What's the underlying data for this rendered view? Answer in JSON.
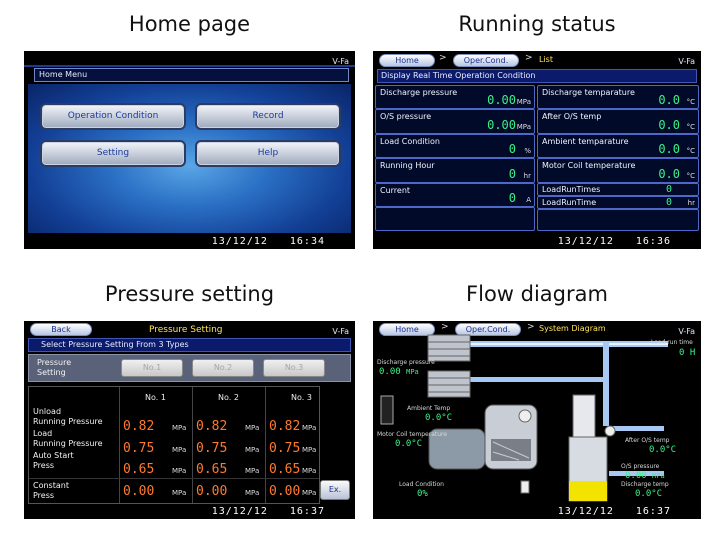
{
  "captions": {
    "home": "Home page",
    "running": "Running status",
    "pressure": "Pressure setting",
    "flow": "Flow diagram"
  },
  "home": {
    "vfa": "V-Fa",
    "menu_title": "Home Menu",
    "buttons": {
      "operation": "Operation Condition",
      "record": "Record",
      "setting": "Setting",
      "help": "Help"
    },
    "date": "13/12/12",
    "time": "16:34"
  },
  "running": {
    "crumb_home": "Home",
    "crumb_oper": "Oper.Cond.",
    "crumb_current": "List",
    "vfa": "V-Fa",
    "subtitle": "Display Real Time Operation Condition",
    "left": [
      {
        "label": "Discharge pressure",
        "value": "0.00",
        "unit": "MPa"
      },
      {
        "label": "O/S pressure",
        "value": "0.00",
        "unit": "MPa"
      },
      {
        "label": "Load Condition",
        "value": "0",
        "unit": "%"
      },
      {
        "label": "Running Hour",
        "value": "0",
        "unit": "hr"
      },
      {
        "label": "Current",
        "value": "0",
        "unit": "A"
      }
    ],
    "right": [
      {
        "label": "Discharge temparature",
        "value": "0.0",
        "unit": "°C"
      },
      {
        "label": "After O/S temp",
        "value": "0.0",
        "unit": "°C"
      },
      {
        "label": "Ambient temparature",
        "value": "0.0",
        "unit": "°C"
      },
      {
        "label": "Motor Coil temperature",
        "value": "0.0",
        "unit": "°C"
      },
      {
        "label": "LoadRunTimes",
        "value": "0",
        "unit": ""
      },
      {
        "label": "LoadRunTime",
        "value": "0",
        "unit": "hr"
      }
    ],
    "date": "13/12/12",
    "time": "16:36"
  },
  "pressure": {
    "back": "Back",
    "title": "Pressure Setting",
    "vfa": "V-Fa",
    "subtitle": "Select Pressure Setting From 3 Types",
    "type_label_1": "Pressure",
    "type_label_2": "Setting",
    "type_buttons": [
      "No.1",
      "No.2",
      "No.3"
    ],
    "columns": [
      "No. 1",
      "No. 2",
      "No. 3"
    ],
    "rows": [
      {
        "label1": "Unload",
        "label2": "Running Pressure",
        "values": [
          "0.82",
          "0.82",
          "0.82"
        ]
      },
      {
        "label1": "Load",
        "label2": "Running Pressure",
        "values": [
          "0.75",
          "0.75",
          "0.75"
        ]
      },
      {
        "label1": "Auto Start",
        "label2": "Press",
        "values": [
          "0.65",
          "0.65",
          "0.65"
        ]
      },
      {
        "label1": "Constant",
        "label2": "Press",
        "values": [
          "0.00",
          "0.00",
          "0.00"
        ]
      }
    ],
    "unit": "MPa",
    "ex_button": "Ex.",
    "date": "13/12/12",
    "time": "16:37"
  },
  "flow": {
    "crumb_home": "Home",
    "crumb_oper": "Oper.Cond.",
    "crumb_current": "System Diagram",
    "vfa": "V-Fa",
    "run_time_label": "Load run time",
    "run_time": "0 H",
    "discharge_label": "Discharge pressure",
    "discharge_val": "0.00",
    "discharge_unit": "MPa",
    "ambient_label": "Ambient Temp",
    "ambient_val": "0.0°C",
    "motor_label": "Motor Coil temperature",
    "motor_val": "0.0°C",
    "after_label": "After O/S temp",
    "after_val": "0.0°C",
    "os_label": "O/S pressure",
    "os_val": "0.00",
    "os_unit": "MPa",
    "dis_temp_label": "Discharge temp",
    "dis_temp_val": "0.0°C",
    "load_label": "Load Condition",
    "load_val": "0%",
    "date": "13/12/12",
    "time": "16:37"
  }
}
